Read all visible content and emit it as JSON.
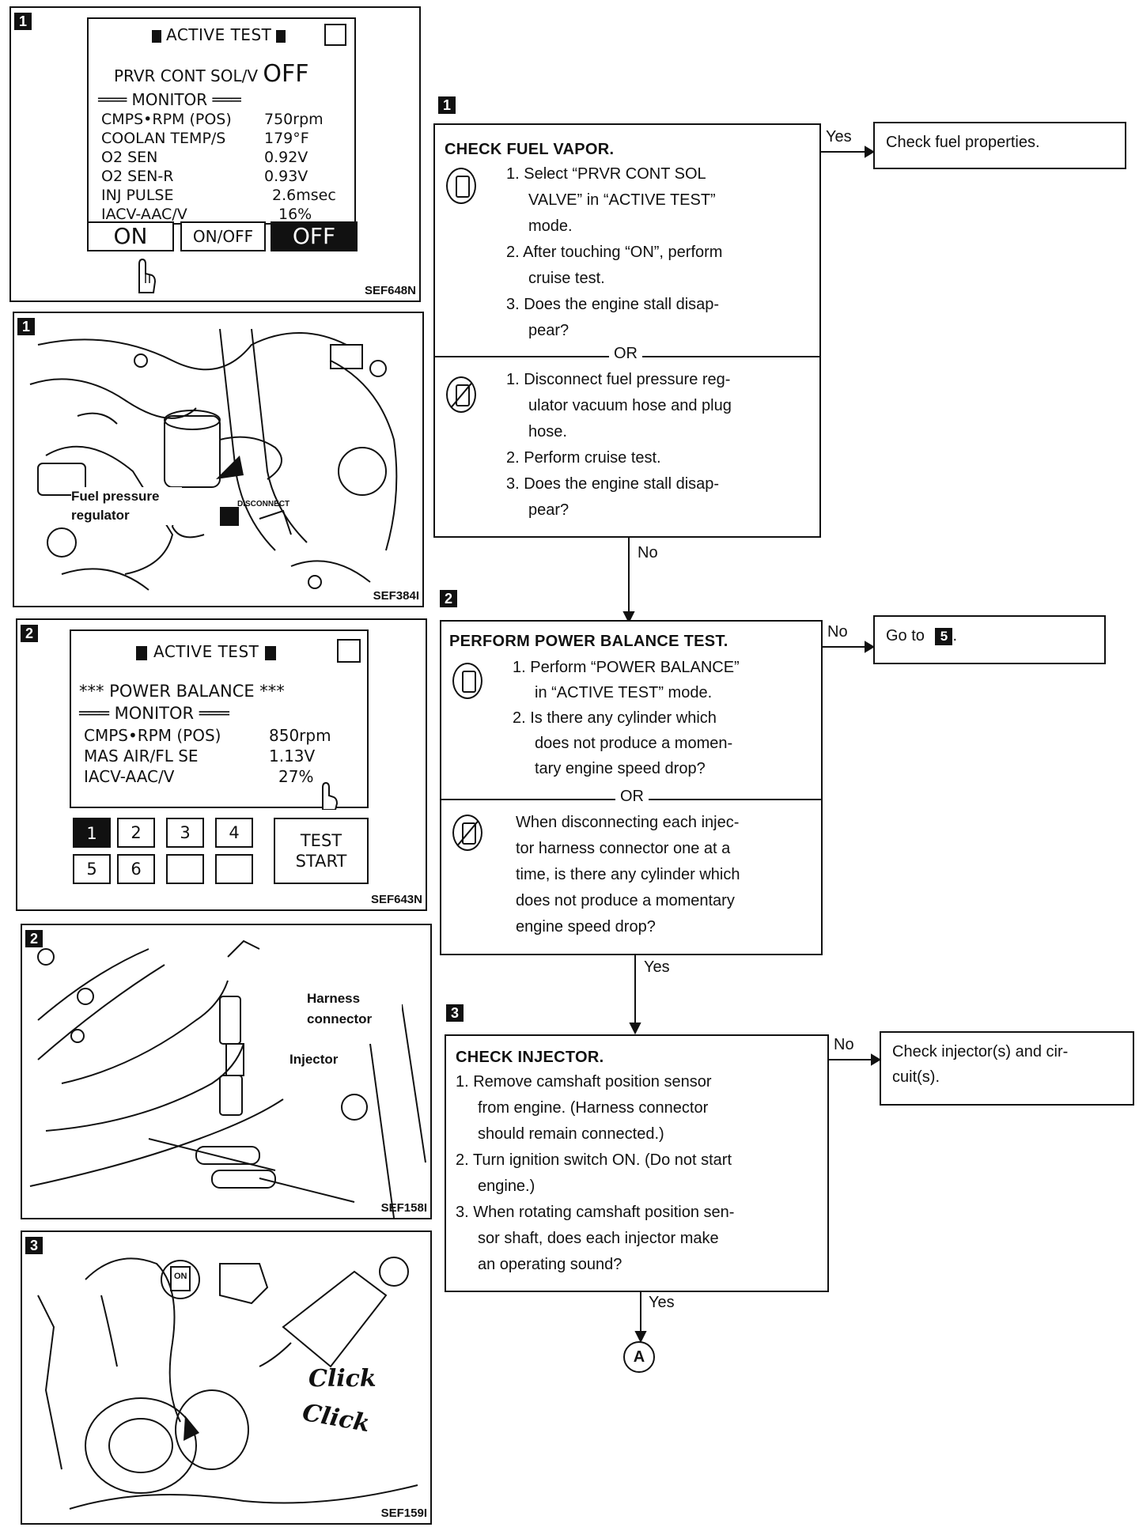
{
  "left": {
    "fig1a": {
      "badge": "1",
      "title": "ACTIVE TEST",
      "item": "PRVR CONT SOL/V",
      "item_value": "OFF",
      "monitor": "MONITOR",
      "rows": [
        {
          "label": "CMPS•RPM (POS)",
          "value": "750rpm"
        },
        {
          "label": "COOLAN TEMP/S",
          "value": "179°F"
        },
        {
          "label": "O2 SEN",
          "value": "0.92V"
        },
        {
          "label": "O2 SEN-R",
          "value": "0.93V"
        },
        {
          "label": "INJ PULSE",
          "value": "2.6msec"
        },
        {
          "label": "IACV-AAC/V",
          "value": "16%"
        }
      ],
      "buttons": [
        "ON",
        "ON/OFF",
        "OFF"
      ],
      "code": "SEF648N"
    },
    "fig1b": {
      "badge": "1",
      "label_regulator": "Fuel pressure regulator",
      "label_disconnect": "DISCONNECT",
      "code": "SEF384I"
    },
    "fig2a": {
      "badge": "2",
      "title": "ACTIVE TEST",
      "test": "*** POWER BALANCE ***",
      "monitor": "MONITOR",
      "rows": [
        {
          "label": "CMPS•RPM (POS)",
          "value": "850rpm"
        },
        {
          "label": "MAS AIR/FL SE",
          "value": "1.13V"
        },
        {
          "label": "IACV-AAC/V",
          "value": "27%"
        }
      ],
      "cylinders": [
        "1",
        "2",
        "3",
        "4",
        "5",
        "6",
        "",
        ""
      ],
      "start_button_1": "TEST",
      "start_button_2": "START",
      "code": "SEF643N"
    },
    "fig2b": {
      "badge": "2",
      "label_harness": "Harness connector",
      "label_injector": "Injector",
      "code": "SEF158I"
    },
    "fig3": {
      "badge": "3",
      "click1": "Click",
      "click2": "Click",
      "key_label": "ON",
      "code": "SEF159I"
    }
  },
  "flow": {
    "step1": {
      "badge": "1",
      "title": "CHECK FUEL VAPOR.",
      "a_lines": [
        "1. Select “PRVR CONT SOL",
        "VALVE” in “ACTIVE TEST”",
        "mode.",
        "2. After touching “ON”, perform",
        "cruise test.",
        "3. Does the engine stall disap-",
        "pear?"
      ],
      "or": "OR",
      "b_lines": [
        "1. Disconnect fuel pressure reg-",
        "ulator vacuum hose and plug",
        "hose.",
        "2. Perform cruise test.",
        "3. Does the engine stall disap-",
        "pear?"
      ],
      "yes": "Yes",
      "yes_result": "Check fuel properties.",
      "no": "No"
    },
    "step2": {
      "badge": "2",
      "title": "PERFORM POWER BALANCE TEST.",
      "a_lines": [
        "1. Perform “POWER BALANCE”",
        "in “ACTIVE TEST” mode.",
        "2. Is there any cylinder which",
        "does not produce a momen-",
        "tary engine speed drop?"
      ],
      "or": "OR",
      "b_lines": [
        "When disconnecting each injec-",
        "tor harness connector one at a",
        "time, is there any cylinder which",
        "does not produce a momentary",
        "engine speed drop?"
      ],
      "no": "No",
      "no_result_prefix": "Go to",
      "no_result_ref": "5",
      "yes": "Yes"
    },
    "step3": {
      "badge": "3",
      "title": "CHECK INJECTOR.",
      "lines": [
        "1. Remove camshaft position sensor",
        "from engine. (Harness connector",
        "should remain connected.)",
        "2. Turn ignition switch ON. (Do not start",
        "engine.)",
        "3. When rotating camshaft position sen-",
        "sor shaft, does each injector make",
        "an operating sound?"
      ],
      "no": "No",
      "no_result_1": "Check injector(s) and cir-",
      "no_result_2": "cuit(s).",
      "yes": "Yes",
      "connector": "A"
    }
  }
}
